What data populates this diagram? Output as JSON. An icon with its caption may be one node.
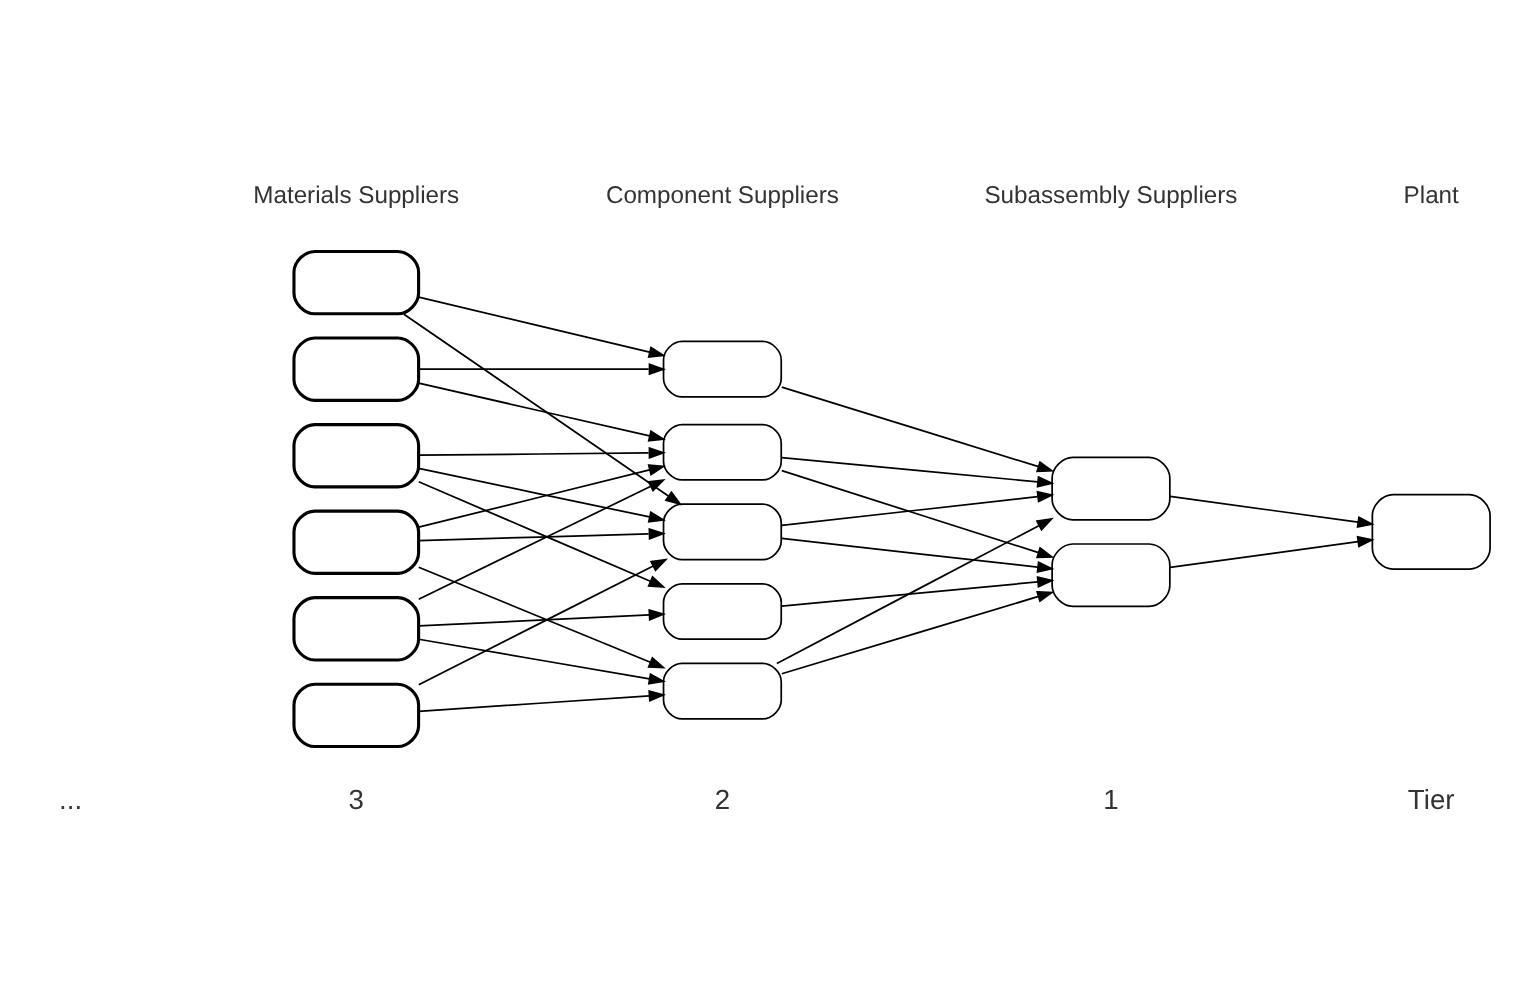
{
  "diagram": {
    "nodes": [
      {
        "text": [],
        "shape": "box"
      },
      {
        "text": [],
        "shape": "box"
      },
      {
        "text": [],
        "shape": "box"
      },
      {
        "text": [],
        "shape": "box"
      },
      {
        "text": [],
        "shape": "box"
      },
      {
        "text": [],
        "shape": "box"
      },
      {
        "text": [],
        "shape": "box"
      },
      {
        "text": [],
        "shape": "box"
      },
      {
        "text": [],
        "shape": "box"
      },
      {
        "text": [],
        "shape": "box"
      },
      {
        "text": [],
        "shape": "box"
      },
      {
        "text": [],
        "shape": "box"
      },
      {
        "text": [],
        "shape": "box"
      },
      {
        "text": [],
        "shape": "box"
      }
    ],
    "edges": [
      {
        "from": 0,
        "to": 6,
        "arrow": "to"
      },
      {
        "from": 0,
        "to": 8,
        "arrow": "to"
      },
      {
        "from": 1,
        "to": 6,
        "arrow": "to"
      },
      {
        "from": 1,
        "to": 7,
        "arrow": "to"
      },
      {
        "from": 2,
        "to": 7,
        "arrow": "to"
      },
      {
        "from": 2,
        "to": 8,
        "arrow": "to"
      },
      {
        "from": 2,
        "to": 9,
        "arrow": "to"
      },
      {
        "from": 3,
        "to": 7,
        "arrow": "to"
      },
      {
        "from": 3,
        "to": 8,
        "arrow": "to"
      },
      {
        "from": 3,
        "to": 10,
        "arrow": "to"
      },
      {
        "from": 4,
        "to": 7,
        "arrow": "to"
      },
      {
        "from": 4,
        "to": 9,
        "arrow": "to"
      },
      {
        "from": 4,
        "to": 10,
        "arrow": "to"
      },
      {
        "from": 5,
        "to": 8,
        "arrow": "to"
      },
      {
        "from": 5,
        "to": 10,
        "arrow": "to"
      },
      {
        "from": 6,
        "to": 11,
        "arrow": "to"
      },
      {
        "from": 7,
        "to": 11,
        "arrow": "to"
      },
      {
        "from": 7,
        "to": 12,
        "arrow": "to"
      },
      {
        "from": 8,
        "to": 11,
        "arrow": "to"
      },
      {
        "from": 8,
        "to": 12,
        "arrow": "to"
      },
      {
        "from": 9,
        "to": 12,
        "arrow": "to"
      },
      {
        "from": 10,
        "to": 11,
        "arrow": "to"
      },
      {
        "from": 10,
        "to": 12,
        "arrow": "to"
      },
      {
        "from": 11,
        "to": 13,
        "arrow": "to"
      },
      {
        "from": 12,
        "to": 13,
        "arrow": "to"
      }
    ],
    "labels": [
      "Materials Suppliers",
      "Component Suppliers",
      "Subassembly Suppliers",
      "Plant",
      "...",
      "3",
      "2",
      "1",
      "Tier"
    ]
  }
}
